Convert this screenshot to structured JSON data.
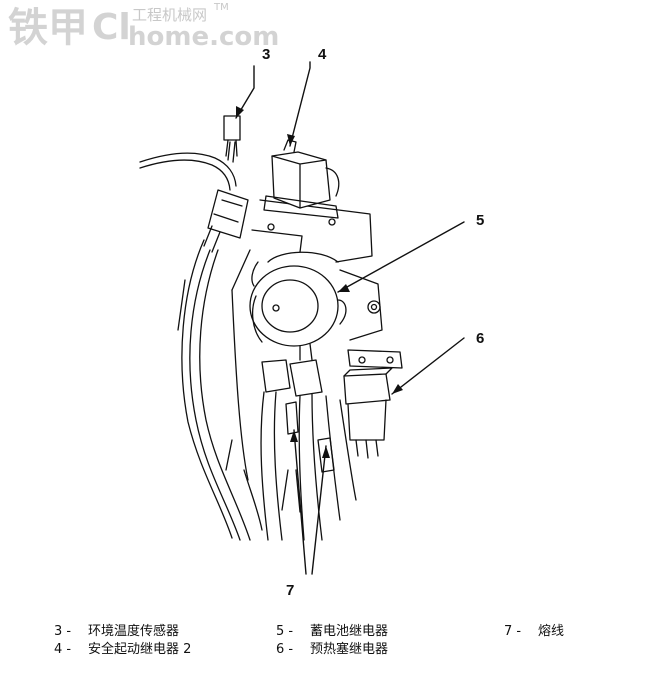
{
  "watermark": {
    "main_text": "铁甲",
    "fragment_text": "Cl",
    "site_cn": "工程机械网",
    "site_en": "home.com",
    "tm": "TM"
  },
  "callouts": [
    {
      "num": "3"
    },
    {
      "num": "4"
    },
    {
      "num": "5"
    },
    {
      "num": "6"
    },
    {
      "num": "7"
    }
  ],
  "legend": [
    {
      "num": "3 -",
      "text": "环境温度传感器"
    },
    {
      "num": "4 -",
      "text": "安全起动继电器 2"
    },
    {
      "num": "5 -",
      "text": "蓄电池继电器"
    },
    {
      "num": "6 -",
      "text": "预热塞继电器"
    },
    {
      "num": "7 -",
      "text": "熔线"
    }
  ]
}
